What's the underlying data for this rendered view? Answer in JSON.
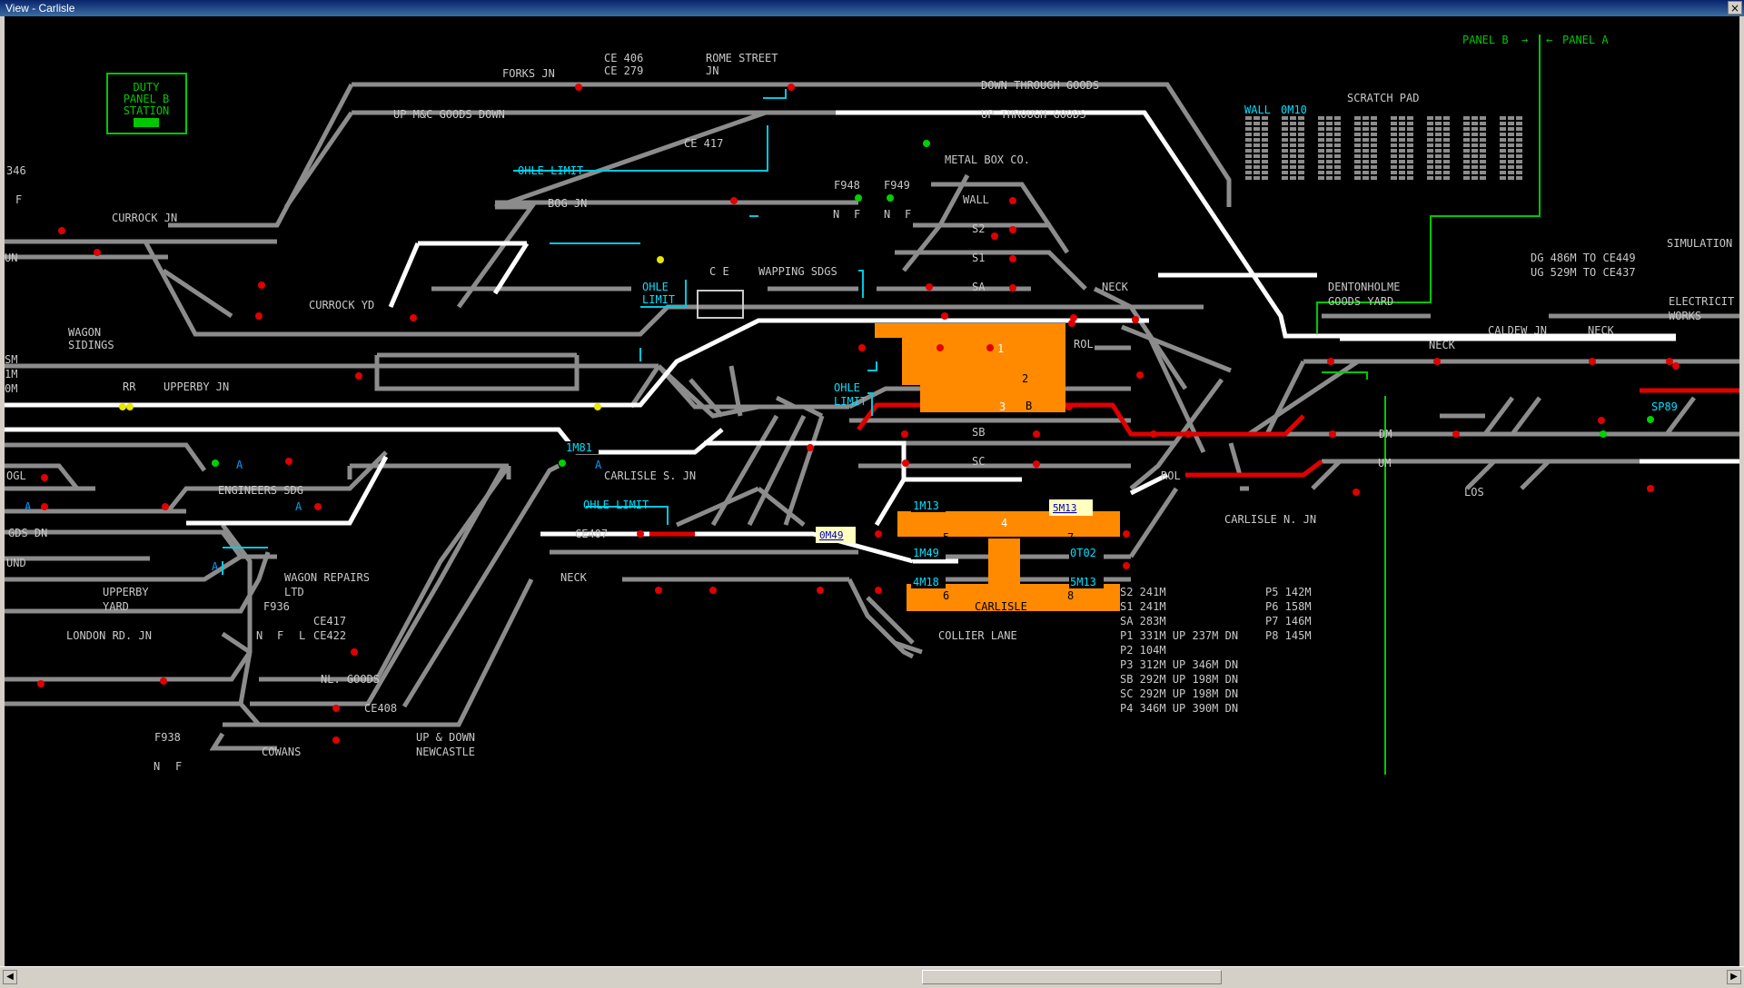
{
  "window": {
    "title": "View - Carlisle",
    "close_glyph": "×"
  },
  "colors": {
    "background": "#000000",
    "track_grey": "#8c8c8c",
    "track_white": "#ffffff",
    "route_red": "#e00000",
    "platform_orange": "#ff8a00",
    "label_cyan": "#00e0ff",
    "panel_green": "#00c800",
    "text_grey": "#c8c8c8"
  },
  "panel_labels": {
    "panel_b": "PANEL B",
    "panel_a": "PANEL A"
  },
  "duty_box": {
    "line1": "DUTY",
    "line2": "PANEL B",
    "line3": "STATION"
  },
  "scratch_pad": {
    "title": "SCRATCH PAD",
    "wall_label": "WALL",
    "wall_code": "0M10"
  },
  "notes": {
    "dg": "DG 486M TO CE449",
    "ug": "UG 529M TO CE437",
    "simulation": "SIMULATION"
  },
  "locations": {
    "forks_jn": "FORKS JN",
    "rome_street_jn_1": "ROME STREET",
    "rome_street_jn_2": "JN",
    "ce406": "CE 406",
    "ce279": "CE 279",
    "down_through_goods": "DOWN THROUGH GOODS",
    "up_through_goods": "UP THROUGH GOODS",
    "up_mc_goods_down": "UP M&C GOODS DOWN",
    "ce417": "CE 417",
    "metal_box": "METAL BOX CO.",
    "ohle_limit": "OHLE LIMIT",
    "ohle": "OHLE",
    "limit": "LIMIT",
    "bog_jn": "BOG JN",
    "currock_jn": "CURROCK JN",
    "currock_yd": "CURROCK YD",
    "wagon": "WAGON",
    "sidings": "SIDINGS",
    "upperby_jn": "UPPERBY JN",
    "ce": "C E",
    "wapping_sdgs": "WAPPING SDGS",
    "f948": "F948",
    "f949": "F949",
    "wall": "WALL",
    "s2": "S2",
    "s1": "S1",
    "sa": "SA",
    "sb": "SB",
    "sc": "SC",
    "neck": "NECK",
    "rol": "ROL",
    "dentonholme_1": "DENTONHOLME",
    "dentonholme_2": "GOODS YARD",
    "caldew_jn": "CALDEW JN",
    "electricity_1": "ELECTRICIT",
    "electricity_2": "WORKS",
    "dm": "DM",
    "um": "UM",
    "los": "LOS",
    "carlisle_n_jn": "CARLISLE N. JN",
    "carlisle_s_jn": "CARLISLE S. JN",
    "engineers_sdg": "ENGINEERS SDG",
    "gds_dn": "GDS DN",
    "ogl": "OGL",
    "und": "UND",
    "upperby_yard_1": "UPPERBY",
    "upperby_yard_2": "YARD",
    "wagon_repairs_1": "WAGON REPAIRS",
    "wagon_repairs_2": "LTD",
    "f936": "F936",
    "ce417b": "CE417",
    "ce422": "CE422",
    "london_rd_jn": "LONDON RD. JN",
    "nl_goods": "NL. GOODS",
    "ce408": "CE408",
    "up_down_newcastle_1": "UP & DOWN",
    "up_down_newcastle_2": "NEWCASTLE",
    "f938": "F938",
    "cowans": "COWANS",
    "collier_lane": "COLLIER LANE",
    "ce407": "CE407",
    "carlisle": "CARLISLE",
    "rr": "RR",
    "n": "N",
    "f": "F",
    "l": "L",
    "a": "A",
    "b": "B",
    "u_edge": "UN",
    "e_346": "346",
    "m_1": "SM",
    "m_2": "1M",
    "m_3": "0M"
  },
  "platforms": {
    "p1": "1",
    "p2": "2",
    "p3": "3",
    "p4": "4",
    "p5": "5",
    "p6": "6",
    "p7": "7",
    "p8": "8"
  },
  "train_ids": {
    "t1M81": "1M81",
    "t1M13": "1M13",
    "t1M49": "1M49",
    "t4M18": "4M18",
    "t0T02": "0T02",
    "t5M13": "5M13",
    "tSP89": "SP89",
    "tag_0M49": "0M49",
    "tag_5M13": "5M13"
  },
  "lengths_left": [
    "S2 241M",
    "S1 241M",
    "SA 283M",
    "P1 331M UP 237M DN",
    "P2 104M",
    "P3 312M UP 346M DN",
    "SB 292M UP 198M DN",
    "SC 292M UP 198M DN",
    "P4 346M UP 390M DN"
  ],
  "lengths_right": [
    "P5 142M",
    "P6 158M",
    "P7 146M",
    "P8 145M"
  ]
}
